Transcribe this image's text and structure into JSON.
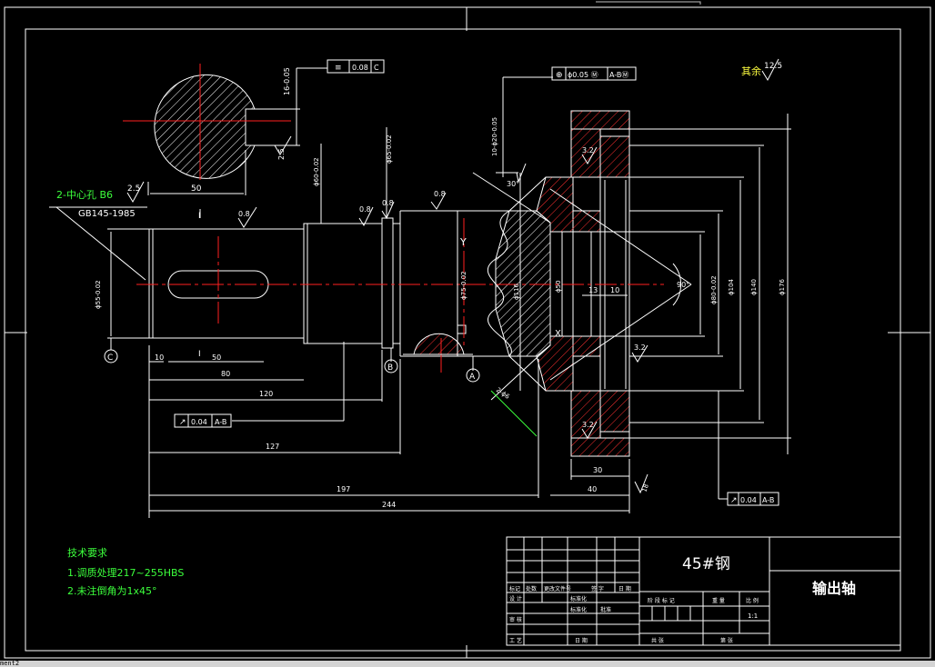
{
  "colors": {
    "background": "#000000",
    "white": "#ffffff",
    "green": "#3cff3c",
    "red": "#ff2020",
    "yellow": "#ffff40",
    "hatch": "#ff3030"
  },
  "surface": {
    "roughness_main": "12.5",
    "roughness_label": "其余",
    "roughness_small": "0.8",
    "roughness_gear": "3.2",
    "roughness_pin": "2.5"
  },
  "tolerances": {
    "keyway": "0.08",
    "keyway_ref": "C",
    "position": "ϕ0.05 Ⓜ",
    "position_ref": "A-BⓂ",
    "runout_shaft": "0.04",
    "runout_shaft_ref": "A-B",
    "runout_gear": "0.04",
    "runout_gear_ref": "A-B"
  },
  "datums": {
    "c": "C",
    "b": "B",
    "a": "A"
  },
  "notes": {
    "center_hole": "2-中心孔 B6",
    "center_hole_std": "GB145-1985",
    "section_mark": "I"
  },
  "dims": {
    "d50_top": "50",
    "d16": "16-0.05",
    "d25": "2.5",
    "len_10": "10",
    "len_50": "50",
    "len_80": "80",
    "len_120": "120",
    "len_127": "127",
    "len_197": "197",
    "len_244": "244",
    "len_13": "13",
    "len_10b": "10",
    "len_30": "30",
    "len_40": "40",
    "len_18": "18",
    "dia_55": "ϕ55-0.02",
    "dia_60": "ϕ60-0.02",
    "dia_65": "ϕ65-0.02",
    "dia_75": "ϕ75-0.02",
    "dia_116": "ϕ116",
    "dia_50": "ϕ50",
    "dia_80": "ϕ80-0.02",
    "dia_104": "ϕ104",
    "dia_140": "ϕ140",
    "dia_176": "ϕ176",
    "holes": "10-ϕ20-0.05",
    "angle_30": "30°",
    "angle_90": "90°",
    "chamfer": "2-ϕ6",
    "y_label": "Y",
    "x_label": "X"
  },
  "tech": {
    "title": "技术要求",
    "line1": "1.调质处理217~255HBS",
    "line2": "2.未注倒角为1x45°"
  },
  "title_block": {
    "material": "45#钢",
    "part_name": "输出轴",
    "h_mark": "标记",
    "h_count": "处数",
    "h_zone": "更改文件号",
    "h_sign": "签 字",
    "h_date": "日 期",
    "r_design": "设 计",
    "r_std": "标准化",
    "r_check": "审 核",
    "r_process": "工 艺",
    "r_date": "日 期",
    "r_approve": "批准",
    "r_stamp": "标准化",
    "stage": "阶 段 标 记",
    "weight": "重 量",
    "scale_h": "比 例",
    "scale": "1:1",
    "sheets": "共 张",
    "sheet": "第 张"
  },
  "command_line": "ment2"
}
